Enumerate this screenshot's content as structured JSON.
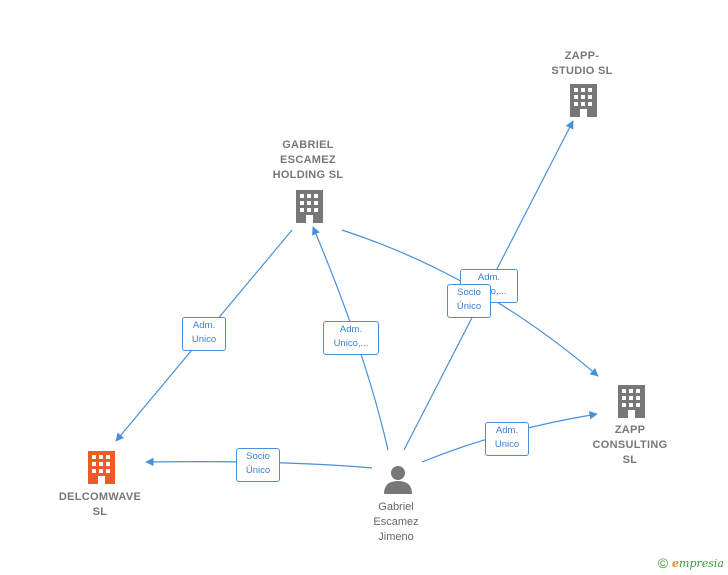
{
  "colors": {
    "edge": "#4a90d9",
    "company": "#777777",
    "highlight": "#f05a28",
    "person": "#777777"
  },
  "nodes": {
    "zapp_studio": {
      "label": "ZAPP-\nSTUDIO  SL",
      "icon": "building-icon"
    },
    "gabriel_holding": {
      "label": "GABRIEL\nESCAMEZ\nHOLDING  SL",
      "icon": "building-icon"
    },
    "zapp_consulting": {
      "label": "ZAPP\nCONSULTING\nSL",
      "icon": "building-icon"
    },
    "delcomwave": {
      "label": "DELCOMWAVE\nSL",
      "icon": "building-icon"
    },
    "person": {
      "label": "Gabriel\nEscamez\nJimeno",
      "icon": "person-icon"
    }
  },
  "edges": {
    "holding_delcomwave": "Adm.\nUnico",
    "person_holding": "Adm.\nUnico,...",
    "person_zapp_studio": "Adm.\nUnico,...",
    "holding_zapp_consulting": "Socio\nÚnico",
    "person_zapp_consulting": "Adm.\nUnico",
    "person_delcomwave": "Socio\nÚnico"
  },
  "footer": {
    "copyright": "©",
    "brand_e": "e",
    "brand_rest": "mpresia"
  }
}
